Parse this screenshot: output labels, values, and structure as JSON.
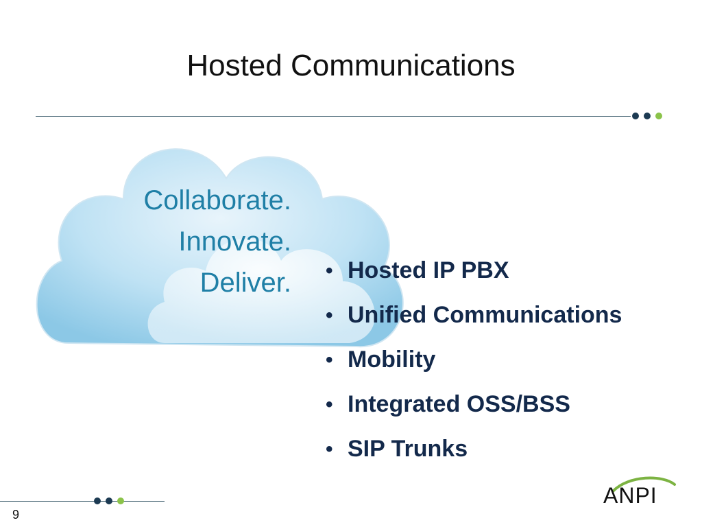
{
  "slide": {
    "title": "Hosted Communications",
    "page_number": "9",
    "tagline": [
      "Collaborate.",
      "Innovate.",
      "Deliver."
    ],
    "bullets": [
      "Hosted IP PBX",
      "Unified Communications",
      "Mobility",
      "Integrated OSS/BSS",
      "SIP Trunks"
    ],
    "logo_text": "ANPI",
    "colors": {
      "title": "#111111",
      "tagline": "#1f7fa6",
      "bullets": "#13294b",
      "rule": "#3f5f6e",
      "dot_dark": "#1c3a52",
      "dot_green": "#8bc34a",
      "cloud_light": "#e8f4fb",
      "cloud_mid": "#a9d6ee",
      "logo_arc": "#7cb342"
    },
    "icons": {
      "cloud": "cloud-icon",
      "bullet": "bullet-dot",
      "logo": "anpi-logo"
    }
  }
}
